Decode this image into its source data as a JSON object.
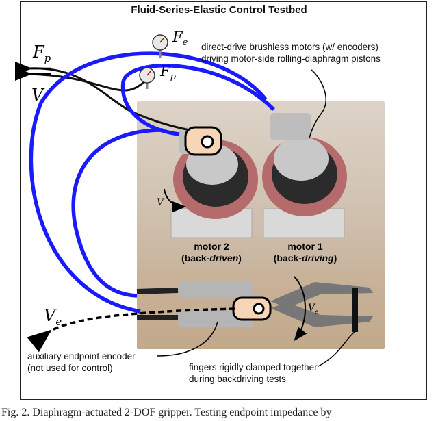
{
  "figure": {
    "title": "Fluid-Series-Elastic Control Testbed",
    "caption": "Fig. 2.   Diaphragm-actuated 2-DOF gripper. Testing endpoint impedance by"
  },
  "labels": {
    "f_e": {
      "base": "F",
      "sub": "e"
    },
    "f_p_gauge": {
      "base": "F",
      "sub": "p"
    },
    "f_p_left": {
      "base": "F",
      "sub": "p"
    },
    "v_left": {
      "base": "V",
      "sub": ""
    },
    "v_motor": {
      "base": "V",
      "sub": ""
    },
    "v_e_left": {
      "base": "V",
      "sub": "e"
    },
    "v_e_finger": {
      "base": "V",
      "sub": "e"
    }
  },
  "annotations": {
    "motors_line1": "direct-drive brushless motors (w/ encoders)",
    "motors_line2": "driving motor-side rolling-diaphragm pistons",
    "motor2_line1": "motor 2",
    "motor2_line2_pre": "(back-",
    "motor2_line2_em": "driven",
    "motor2_line2_post": ")",
    "motor1_line1": "motor 1",
    "motor1_line2_pre": "(back-",
    "motor1_line2_em": "driving",
    "motor1_line2_post": ")",
    "encoder_line1": "auxiliary endpoint encoder",
    "encoder_line2": "(not used for control)",
    "fingers_line1": "fingers rigidly clamped together",
    "fingers_line2": "during backdriving tests"
  },
  "colors": {
    "hose_blue": "#1a1aff",
    "highlight_fill": "#f7d6b8",
    "motor_ring": "#b56b6b",
    "frame": "#222222"
  }
}
